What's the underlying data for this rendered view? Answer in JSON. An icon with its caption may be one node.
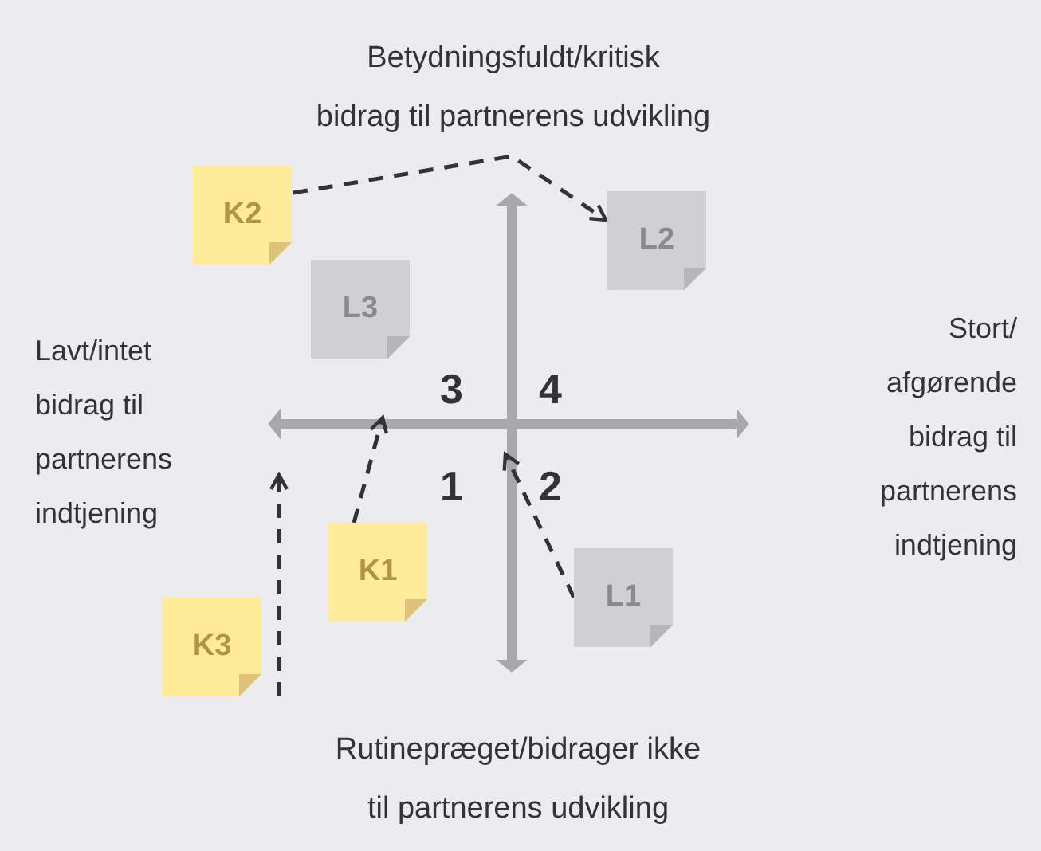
{
  "diagram": {
    "nodes": [
      {
        "text": [
          "K2"
        ]
      },
      {
        "text": [
          "L2"
        ]
      },
      {
        "text": [
          "L3"
        ]
      },
      {
        "text": [
          "K1"
        ]
      },
      {
        "text": [
          "L1"
        ]
      },
      {
        "text": [
          "K3"
        ]
      },
      {
        "text": [],
        "shape": "arrow"
      },
      {
        "text": [],
        "shape": "arrow"
      }
    ],
    "edges": [
      {
        "from": 0,
        "to": 1,
        "arrow": "to",
        "style": "dashed"
      },
      {
        "from": 3,
        "to": 7,
        "arrow": "to",
        "style": "dashed"
      },
      {
        "from": 4,
        "to": 6,
        "arrow": "to",
        "style": "dashed"
      },
      {
        "from": 5,
        "to": 7,
        "arrow": "to",
        "style": "dashed"
      }
    ],
    "labels": [
      "Betydningsfuldt/kritisk bidrag til partnerens udvikling",
      "Lavt/intet bidrag til partnerens indtjening",
      "Stort/ afgørende bidrag til partnerens indtjening",
      "3",
      "4",
      "1",
      "2",
      "Rutinepræget/bidrager ikke til partnerens udvikling"
    ]
  }
}
